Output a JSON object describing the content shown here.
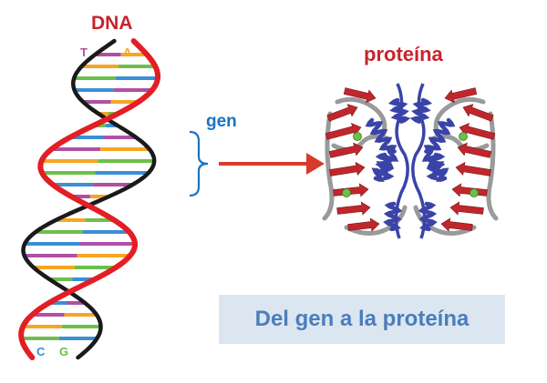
{
  "dna": {
    "title": "DNA",
    "bases_top": [
      "T",
      "A"
    ],
    "bases_bottom": [
      "C",
      "G"
    ]
  },
  "gene": {
    "label": "gen"
  },
  "protein": {
    "title": "proteína"
  },
  "caption": "Del gen a la proteína",
  "colors": {
    "dna_title": "#c8232c",
    "strand_red": "#e31e24",
    "strand_black": "#1a1a1a",
    "base_t": "#b04fa3",
    "base_a": "#f5a623",
    "base_c": "#3a8fd6",
    "base_g": "#6cc04a",
    "gene": "#1a73c4",
    "arrow": "#d93a2b",
    "protein_title": "#c8232c",
    "caption_text": "#4a7ebb",
    "caption_bg": "#dce6f1",
    "helix_blue": "#3a44a8",
    "sheet_red": "#c0272d",
    "coil_gray": "#9a9a9a"
  }
}
